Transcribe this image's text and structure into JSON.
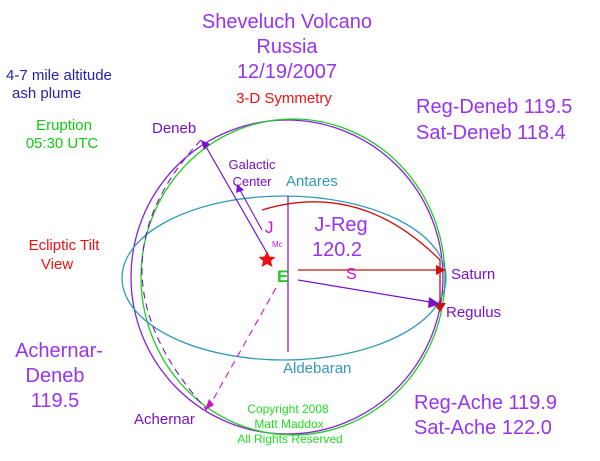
{
  "title": {
    "line1": "Sheveluch Volcano",
    "line2": "Russia",
    "date": "12/19/2007",
    "subtitle": "3-D Symmetry"
  },
  "left_notes": {
    "plume_line1": "4-7 mile altitude",
    "plume_line2": "ash plume",
    "eruption_line1": "Eruption",
    "eruption_line2": "05:30 UTC",
    "tilt_line1": "Ecliptic Tilt",
    "tilt_line2": "View",
    "ach_deneb_line1": "Achernar-",
    "ach_deneb_line2": "Deneb",
    "ach_deneb_value": "119.5"
  },
  "right_notes": {
    "reg_deneb": "Reg-Deneb 119.5",
    "sat_deneb": "Sat-Deneb 118.4",
    "reg_ache": "Reg-Ache 119.9",
    "sat_ache": "Sat-Ache 122.0"
  },
  "bodies": {
    "deneb": "Deneb",
    "galactic_center_line1": "Galactic",
    "galactic_center_line2": "Center",
    "antares": "Antares",
    "jupiter": "J",
    "mc": "Mc",
    "earth": "E",
    "sun": "S",
    "saturn": "Saturn",
    "regulus": "Regulus",
    "aldebaran": "Aldebaran",
    "achernar": "Achernar"
  },
  "j_reg": {
    "label": "J-Reg",
    "value": "120.2"
  },
  "copyright": {
    "line1": "Copyright 2008",
    "line2": "Matt Maddox",
    "line3": "All Rights Reserved"
  },
  "colors": {
    "title": "#9933ee",
    "date_color": "#9933ee",
    "subtitle": "#ee1111",
    "plume": "#2222aa",
    "eruption": "#11cc11",
    "tilt": "#ee1111",
    "purple": "#7711cc",
    "green": "#22cc22",
    "blue_ellipse": "#3399bb",
    "magenta": "#cc11cc",
    "red": "#cc1111",
    "copyright": "#22dd22"
  }
}
